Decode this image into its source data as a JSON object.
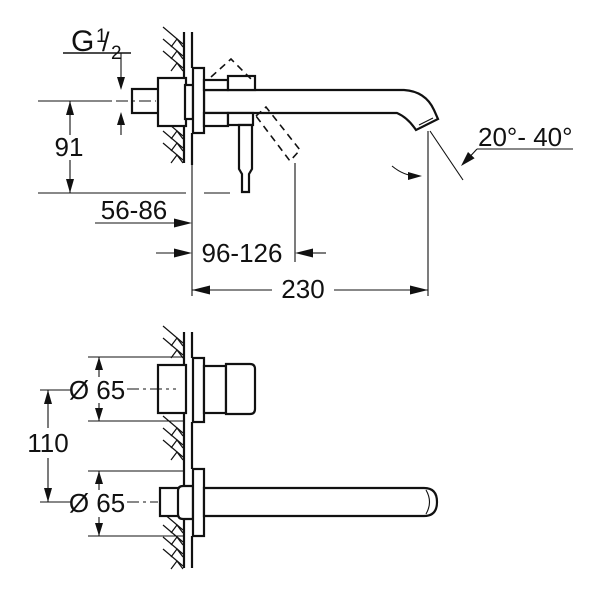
{
  "diagram": {
    "background": "#ffffff",
    "line_color": "#111111",
    "side_view": {
      "labels": {
        "thread_g": "G",
        "thread_numerator": "1",
        "thread_slash": "/",
        "thread_denominator": "2",
        "height_from_center": "91",
        "concealed_depth_range": "56-86",
        "handle_projection_range": "96-126",
        "spout_projection": "230",
        "spout_angle_range": "20°- 40°"
      }
    },
    "front_section_view": {
      "labels": {
        "escutcheon_diameter_top": "Ø 65",
        "vertical_spacing": "110",
        "escutcheon_diameter_bottom": "Ø 65"
      }
    }
  }
}
